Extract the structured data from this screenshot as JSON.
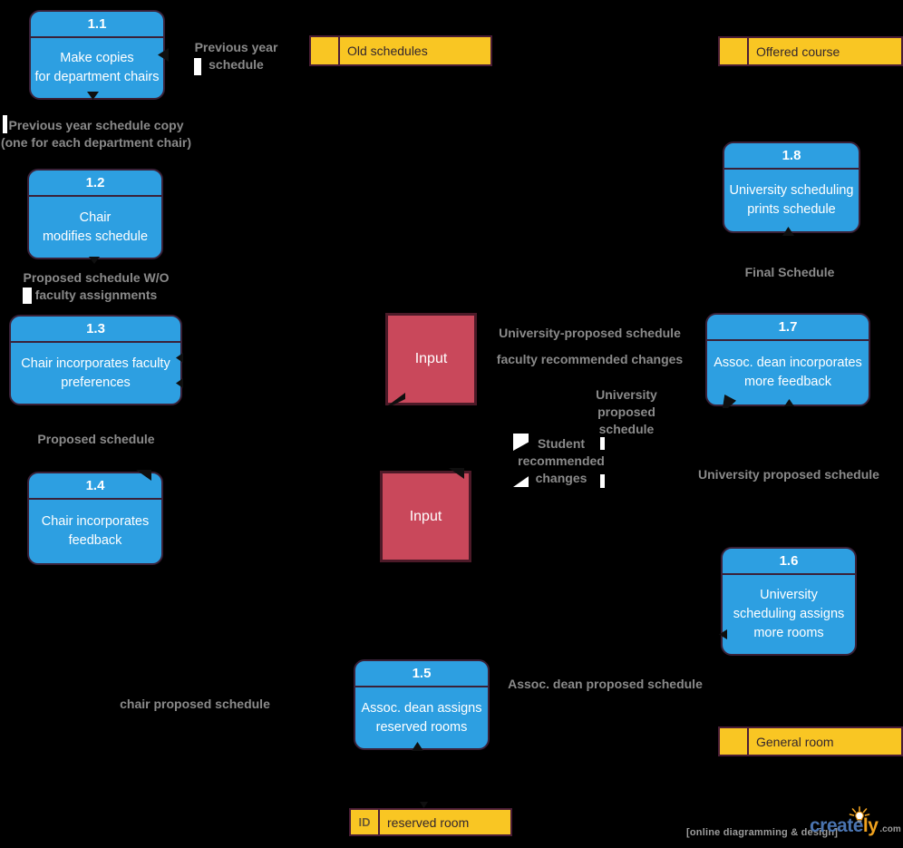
{
  "colors": {
    "process_fill": "#2D9FE1",
    "process_border": "#3A2138",
    "input_fill": "#C9485B",
    "input_border": "#4C1A28",
    "store_fill": "#F9C623",
    "store_border": "#4A1D36",
    "store_text": "#33262E",
    "store_id_text": "#6E5B33",
    "label_gray": "#8A8A8A",
    "white": "#FFFFFF",
    "black_mark": "#0F0F0F",
    "creately_blue": "#4A74B0",
    "creately_orange": "#F0A21E",
    "credit_gray": "#9C9C9C"
  },
  "diagram": {
    "processes": [
      {
        "id": "1.1",
        "name": "Make copies\nfor department chairs"
      },
      {
        "id": "1.2",
        "name": "Chair\nmodifies schedule"
      },
      {
        "id": "1.3",
        "name": "Chair incorporates faculty\npreferences"
      },
      {
        "id": "1.4",
        "name": "Chair incorporates\nfeedback"
      },
      {
        "id": "1.5",
        "name": "Assoc. dean assigns\nreserved rooms"
      },
      {
        "id": "1.6",
        "name": "University\nscheduling assigns\nmore rooms"
      },
      {
        "id": "1.7",
        "name": "Assoc. dean incorporates\nmore feedback"
      },
      {
        "id": "1.8",
        "name": "University scheduling\nprints schedule"
      }
    ],
    "inputs": [
      {
        "label": "Input"
      },
      {
        "label": "Input"
      }
    ],
    "stores": [
      {
        "id": "",
        "label": "Old schedules"
      },
      {
        "id": "",
        "label": "Offered course"
      },
      {
        "id": "",
        "label": "General room"
      },
      {
        "id": "ID",
        "label": "reserved room"
      }
    ],
    "flow_labels": [
      {
        "text": "Previous year\nschedule"
      },
      {
        "text": "Previous year schedule copy\n(one for each department chair)"
      },
      {
        "text": "Proposed schedule W/O\nfaculty assignments"
      },
      {
        "text": "Proposed schedule"
      },
      {
        "text": "University-proposed schedule"
      },
      {
        "text": "faculty recommended changes"
      },
      {
        "text": "University\nproposed\nschedule"
      },
      {
        "text": "Student\nrecommended\nchanges"
      },
      {
        "text": "University proposed schedule"
      },
      {
        "text": "Final Schedule"
      },
      {
        "text": "Assoc. dean proposed schedule"
      },
      {
        "text": "chair proposed schedule"
      }
    ]
  },
  "watermark": {
    "credit": "[online diagramming & design]",
    "brand_left": "create",
    "brand_right": "ly",
    "brand_suffix": ".com"
  }
}
